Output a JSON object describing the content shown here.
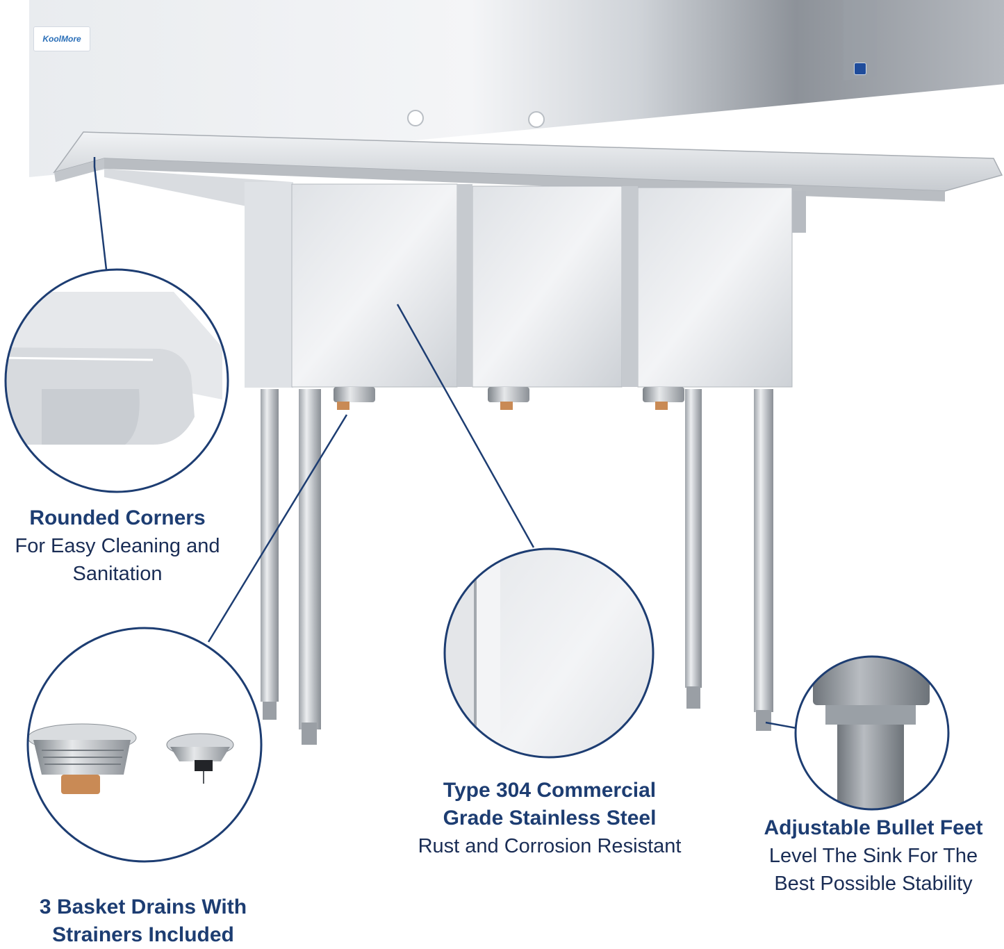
{
  "brand": {
    "logo_text": "KoolMore"
  },
  "callouts": {
    "corners": {
      "title": "Rounded Corners",
      "line1": "For Easy Cleaning and",
      "line2": "Sanitation"
    },
    "steel": {
      "title1": "Type 304 Commercial",
      "title2": "Grade Stainless Steel",
      "sub": "Rust and Corrosion Resistant"
    },
    "feet": {
      "title": "Adjustable Bullet Feet",
      "line1": "Level The Sink For The",
      "line2": "Best Possible Stability"
    },
    "drains": {
      "title1": "3 Basket Drains With",
      "title2": "Strainers Included"
    }
  },
  "colors": {
    "callout_line": "#1d3d72",
    "title_text": "#1d3d72",
    "body_text": "#1a2d55",
    "steel_light": "#eceff2",
    "steel_mid": "#c9cdd2",
    "steel_dark": "#9aa0a7",
    "copper": "#c98a55"
  },
  "icons": [
    "nsf-badge-icon"
  ]
}
